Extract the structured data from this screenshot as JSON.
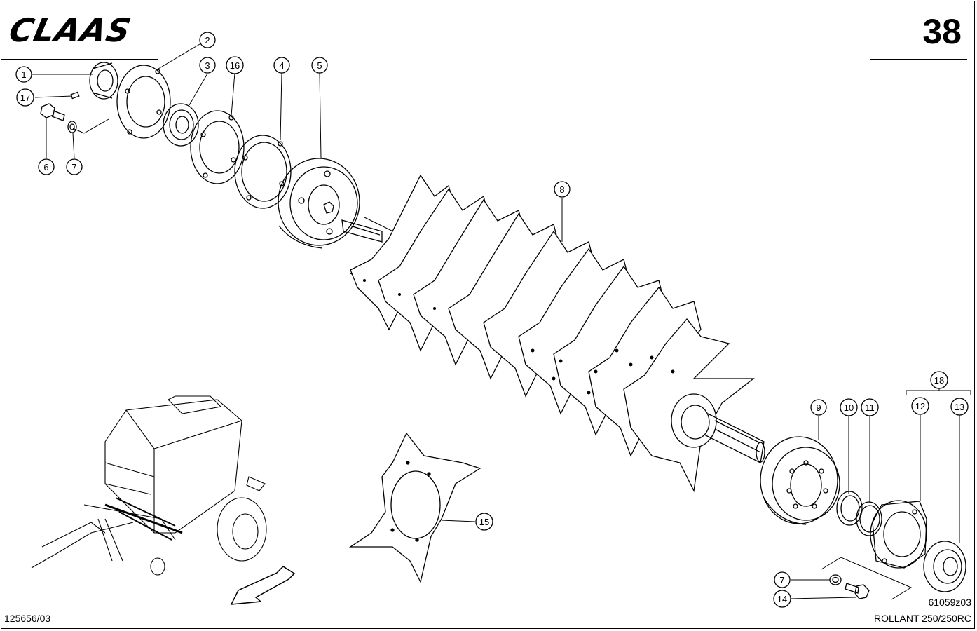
{
  "header": {
    "brand": "CLAAS",
    "page_number": "38"
  },
  "footer": {
    "document_number": "125656/03",
    "figure_code": "61059z03",
    "model": "ROLLANT 250/250RC"
  },
  "callouts": [
    {
      "id": "c1",
      "label": "1"
    },
    {
      "id": "c17",
      "label": "17"
    },
    {
      "id": "c2",
      "label": "2"
    },
    {
      "id": "c3",
      "label": "3"
    },
    {
      "id": "c16",
      "label": "16"
    },
    {
      "id": "c4",
      "label": "4"
    },
    {
      "id": "c5",
      "label": "5"
    },
    {
      "id": "c6",
      "label": "6"
    },
    {
      "id": "c7a",
      "label": "7"
    },
    {
      "id": "c8",
      "label": "8"
    },
    {
      "id": "c9",
      "label": "9"
    },
    {
      "id": "c10",
      "label": "10"
    },
    {
      "id": "c11",
      "label": "11"
    },
    {
      "id": "c12",
      "label": "12"
    },
    {
      "id": "c13",
      "label": "13"
    },
    {
      "id": "c18",
      "label": "18"
    },
    {
      "id": "c15",
      "label": "15"
    },
    {
      "id": "c7b",
      "label": "7"
    },
    {
      "id": "c14",
      "label": "14"
    }
  ]
}
